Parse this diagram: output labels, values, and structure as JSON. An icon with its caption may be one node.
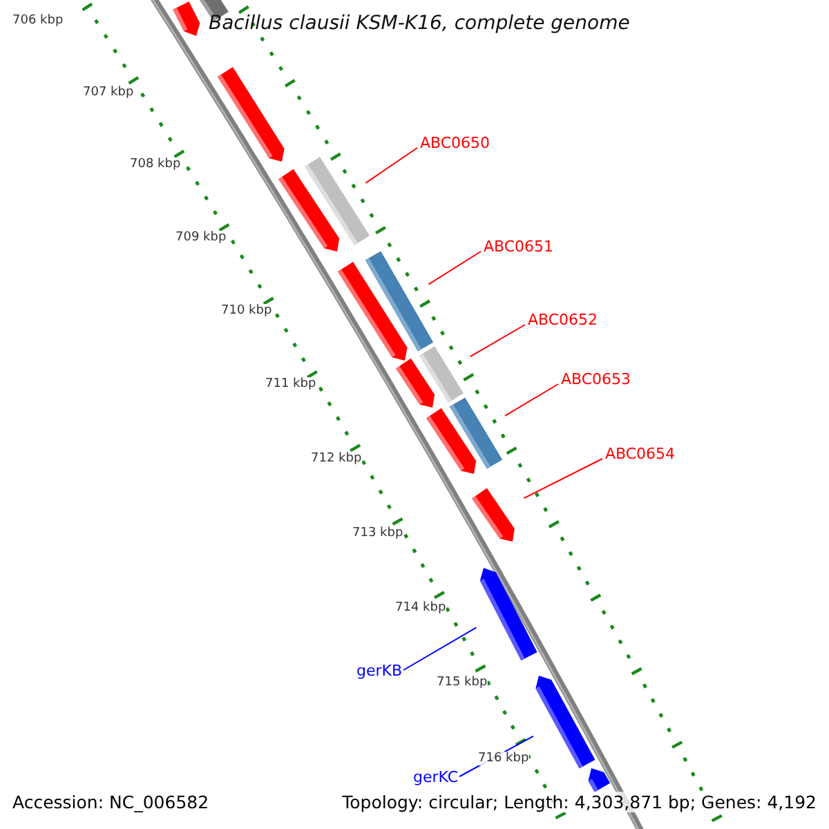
{
  "diagram": {
    "title": "Bacillus clausii KSM-K16, complete genome",
    "nodes": [
      {
        "text": [],
        "shape": "bar"
      },
      {
        "text": [],
        "shape": "arrow"
      },
      {
        "text": [],
        "shape": "arrow"
      },
      {
        "text": [],
        "shape": "arrow"
      },
      {
        "text": [],
        "shape": "bar"
      },
      {
        "text": [],
        "shape": "arrow"
      },
      {
        "text": [],
        "shape": "bar"
      },
      {
        "text": [],
        "shape": "arrow"
      },
      {
        "text": [],
        "shape": "bar"
      },
      {
        "text": [],
        "shape": "arrow"
      },
      {
        "text": [],
        "shape": "bar"
      },
      {
        "text": [],
        "shape": "arrow"
      },
      {
        "text": [],
        "shape": "arrow"
      },
      {
        "text": [],
        "shape": "arrow"
      },
      {
        "text": [],
        "shape": "arrow"
      },
      {
        "text": [
          "ABC0650"
        ]
      },
      {
        "text": [
          "ABC0651"
        ]
      },
      {
        "text": [
          "ABC0652"
        ]
      },
      {
        "text": [
          "ABC0653"
        ]
      },
      {
        "text": [
          "ABC0654"
        ]
      },
      {
        "text": [
          "gerKB"
        ]
      },
      {
        "text": [
          "gerKC"
        ]
      }
    ],
    "edges": [
      {
        "from": 15,
        "to": 4,
        "arrow": "none"
      },
      {
        "from": 16,
        "to": 6,
        "arrow": "none"
      },
      {
        "from": 17,
        "to": 8,
        "arrow": "none"
      },
      {
        "from": 18,
        "to": 10,
        "arrow": "none"
      },
      {
        "from": 19,
        "to": 11,
        "arrow": "none"
      },
      {
        "from": 20,
        "to": 12,
        "arrow": "none",
        "color": "#0000ff"
      },
      {
        "from": 21,
        "to": 13,
        "arrow": "none",
        "color": "#0000ff"
      }
    ],
    "labels": [
      "706 kbp",
      "707 kbp",
      "708 kbp",
      "709 kbp",
      "710 kbp",
      "711 kbp",
      "712 kbp",
      "713 kbp",
      "714 kbp",
      "715 kbp",
      "716 kbp",
      "Accession: NC_006582",
      "Topology: circular; Length: 4,303,871 bp; Genes: 4,192"
    ]
  }
}
